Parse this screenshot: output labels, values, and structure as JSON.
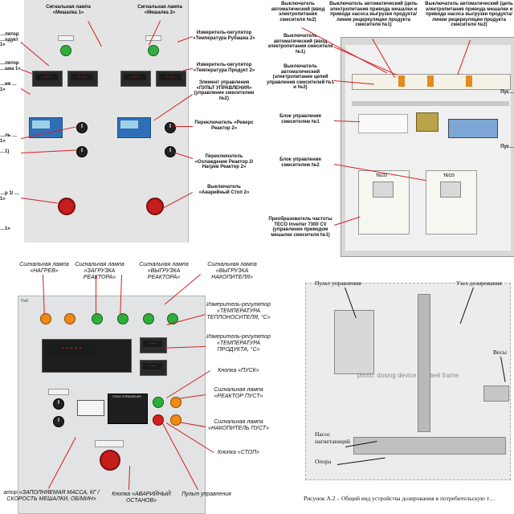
{
  "panel_tl": {
    "signal_lamp_1": "Сигнальная лампа «Мешалка 1»",
    "signal_lamp_2": "Сигнальная лампа «Мешалка 2»",
    "meter_jacket_1": "…лятор …одукт 1»",
    "meter_jacket_2": "Измеритель-оегулятор «Температура Рубашка 2»",
    "meter_product_1": "…лятор …шка 1»",
    "meter_product_2": "Измеритель-оегулятор «Температура Продукт 2»",
    "control_elem_1": "…ия …1»",
    "control_elem_2": "Элемент управления «ПУЛЬТ УПРАВЛЕНИЯ» (управление смесителем №2)",
    "switch_reverse_1": "…ль …1»",
    "switch_reverse_2": "Переключатель «Реверс Реактор 2»",
    "switch_cool_1": "…1)",
    "switch_cool_2": "Переключатель «Охлаждение Реактор 2/ Нагрев Реактор 2»",
    "estop_1": "…р 1/ …1»",
    "estop_2": "Выключатель «Аварийный Стоп 2»",
    "left_cut_bottom": "…1»"
  },
  "panel_tr": {
    "breaker_1": "Выключатель автоматический (ввод электропитания смесителя №2)",
    "breaker_2": "Выключатель автоматический (цепь электропитания привода мешалки и привода насоса выгрузки продукта/линии рециркуляции продукта смесителя №1)",
    "breaker_3": "Выключатель автоматический (цепь электропитания привода мешалки и привода насоса выгрузки продукта/линии рециркуляции продукта смесителя №2)",
    "breaker_4": "Выключатель автоматический (ввод электропитания смесителя №1)",
    "breaker_5": "Выключатель автоматический (электропитание цепей управления смесителей №1 и №2)",
    "block_1": "Блок управления смесителем №1",
    "block_2": "Блок управления смесителем №2",
    "inverter": "Преобразователь частоты TECO inverter 7300 CV (управление приводом мешалки смесителя №1)",
    "right_cut_1": "Пус…",
    "right_cut_2": "Пус…",
    "inverter_brand_1": "TECO",
    "inverter_brand_2": "TECO"
  },
  "panel_bl": {
    "lamp_heat": "Сигнальная лампа «НАГРЕВ»",
    "lamp_load": "Сигнальная лампа «ЗАГРУЗКА РЕАКТОРА»",
    "lamp_unload": "Сигнальная лампа «ВЫГРУЗКА РЕАКТОРА»",
    "lamp_acc": "Сигнальная лампа «ВЫГРУЗКА НАКОПИТЕЛЯ»",
    "meter_heat": "Измеритель-регулятор «ТЕМПЕРАТУРА ТЕПЛОНОСИТЕЛЯ, °С»",
    "meter_prod": "Измеритель-регулятор «ТЕМПЕРАТУРА ПРОДУКТА, °С»",
    "btn_start": "Кнопка «ПУСК»",
    "lamp_reactor_empty": "Сигнальная лампа «РЕАКТОР ПУСТ»",
    "lamp_acc_empty": "Сигнальная лампа «НАКОПИТЕЛЬ ПУСТ»",
    "btn_stop": "Кнопка «СТОП»",
    "pult": "Пульт управления",
    "btn_emergency": "Кнопка «АВАРИЙНЫЙ ОСТАНОВ»",
    "mass_label": "атор «ЗАПОЛНЯЕМАЯ МАССА, КГ / СКОРОСТЬ МЕШАЛКИ, ОБ/МИН»",
    "pult_screen": "ПУЛЬТ УПРАВЛЕНИЯ",
    "brand": "НаК"
  },
  "panel_br": {
    "remote": "Пульт управления",
    "dosing_unit": "Узел дозирования",
    "scales": "Весы",
    "pump": "Насос нагнетающий",
    "support": "Опора",
    "caption": "Рисунок А.2 – Общий вид устройства дозирования в потребительскую т…",
    "photo_note": "photo: dosing device on steel frame"
  },
  "colors": {
    "leader": "#d42020",
    "panel_grey": "#e2e3e4",
    "lamp_green": "#2fae3c",
    "lamp_orange": "#f08a15",
    "lamp_red": "#d42020"
  }
}
